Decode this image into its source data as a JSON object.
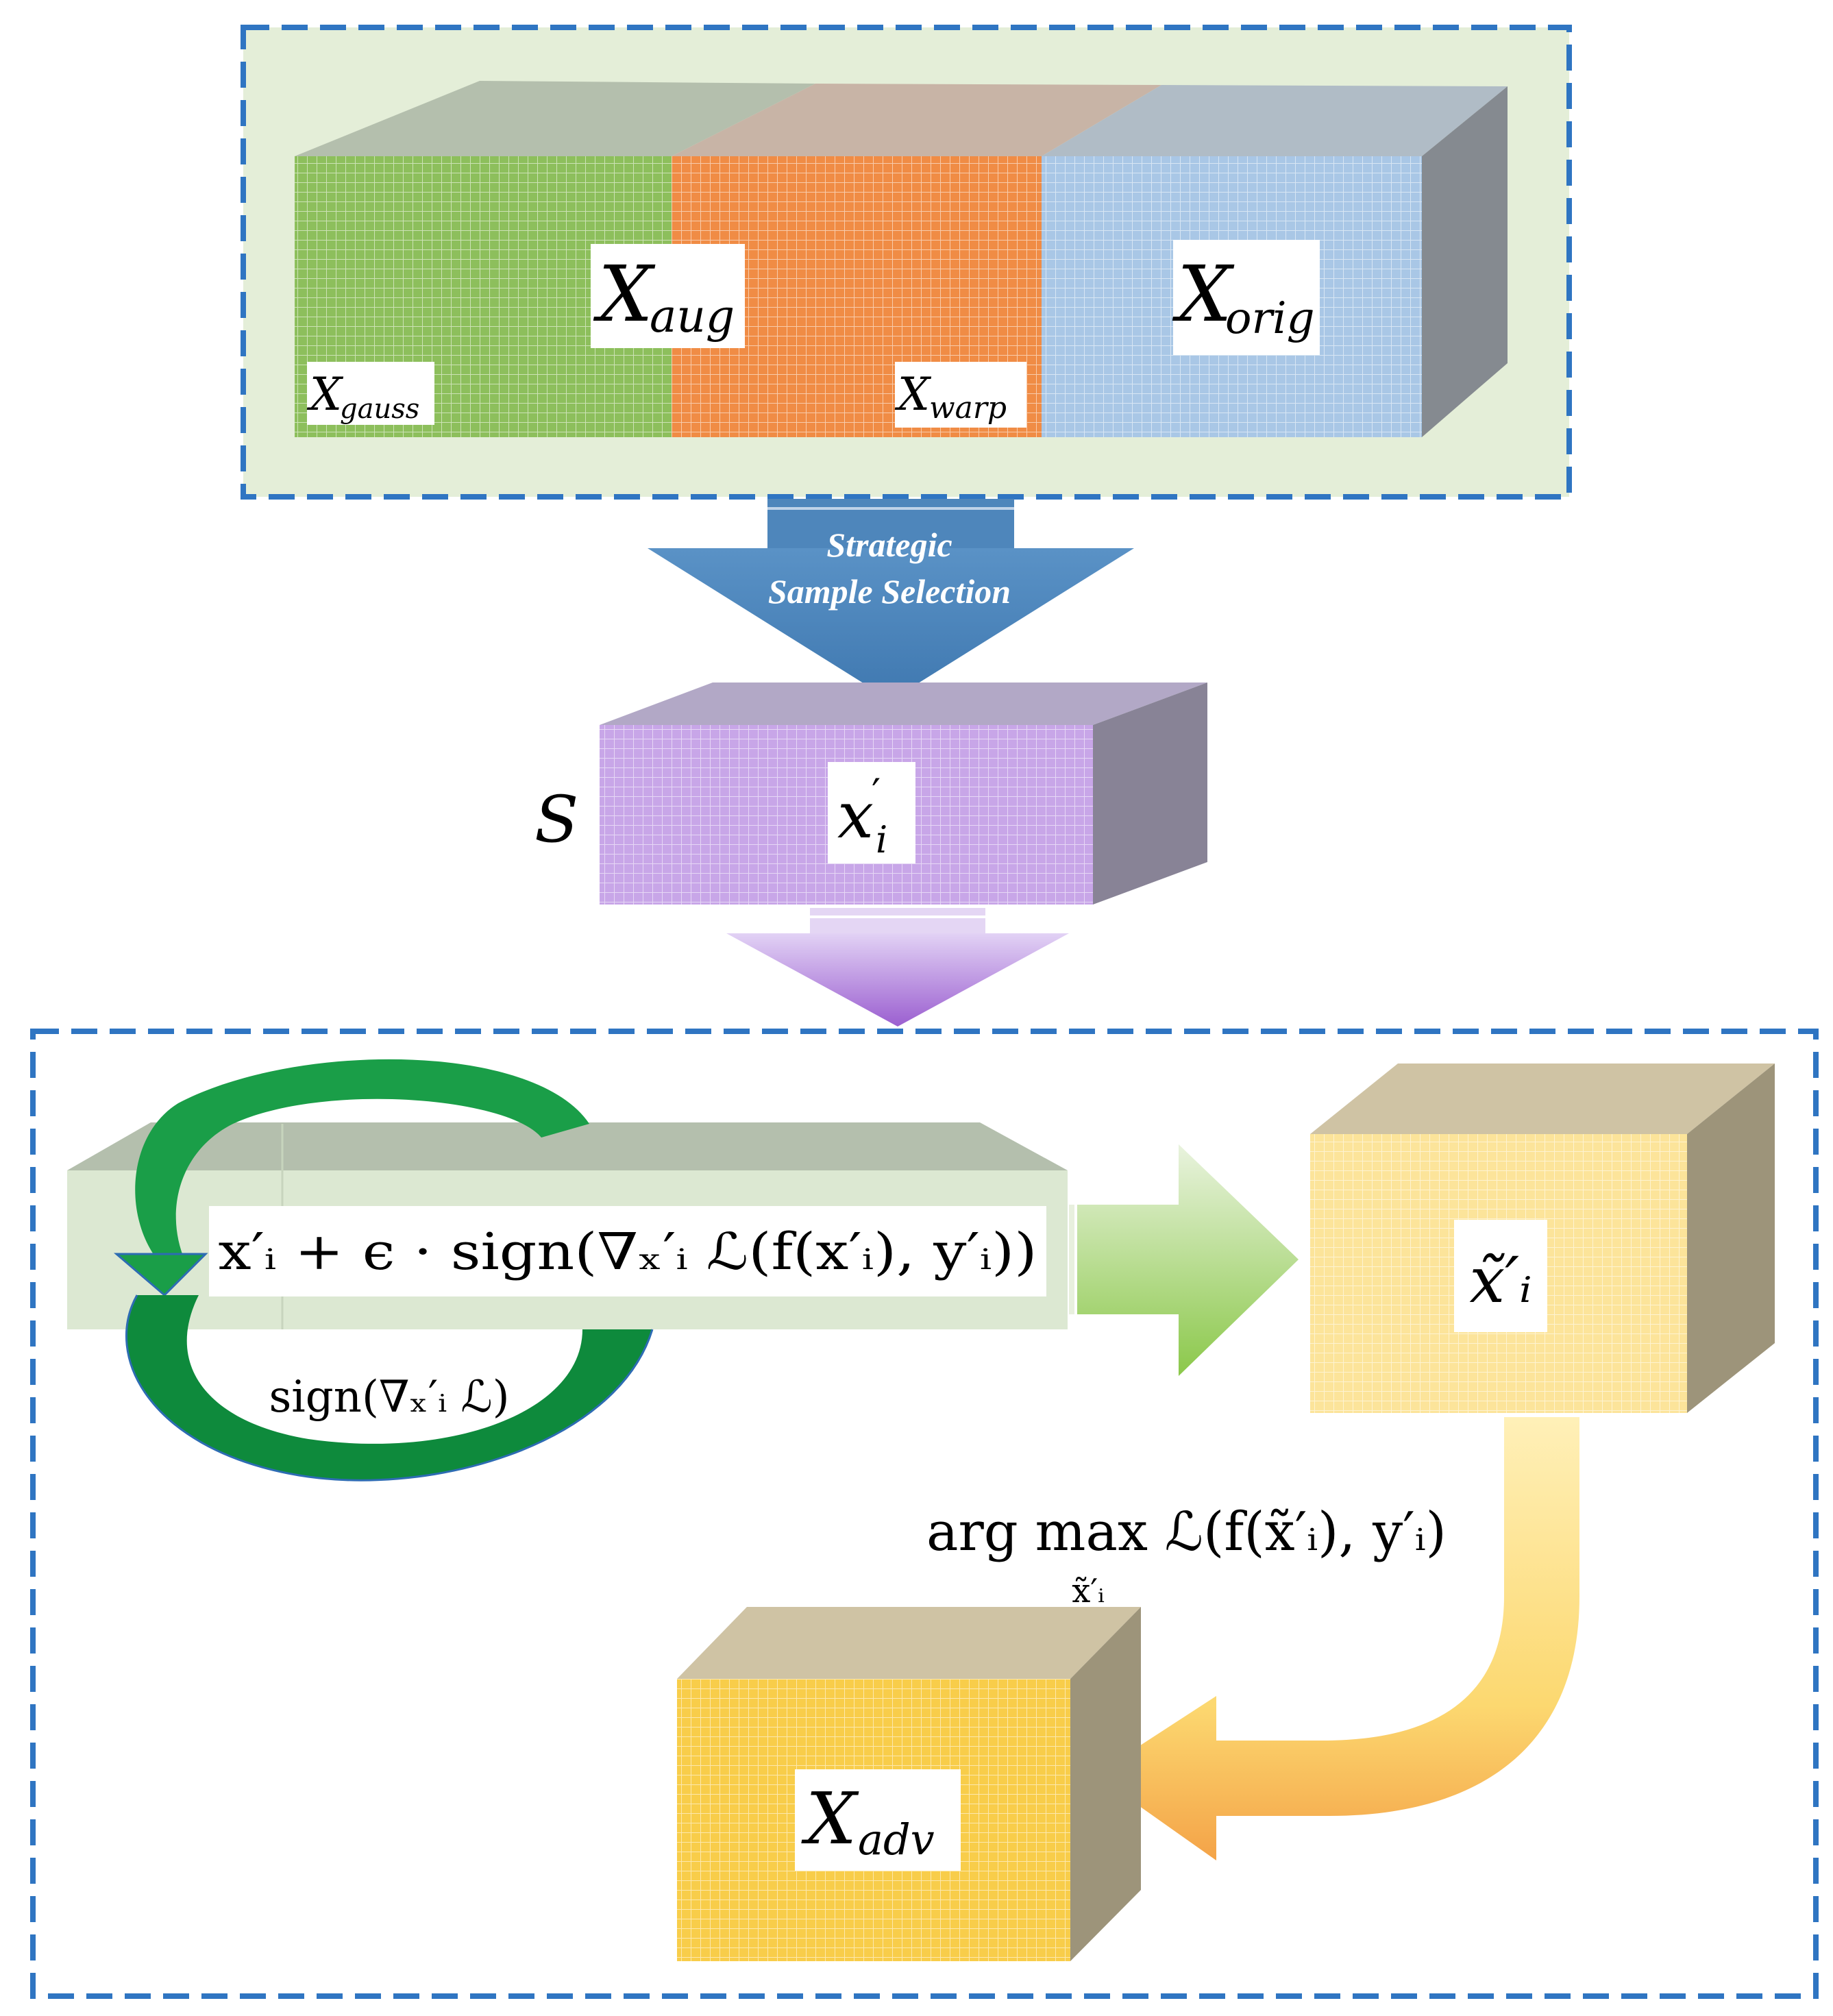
{
  "top_panel": {
    "x_aug": {
      "base": "X",
      "sub": "aug"
    },
    "x_orig": {
      "base": "X",
      "sub": "orig"
    },
    "x_gauss": {
      "base": "X",
      "sub": "gauss"
    },
    "x_warp": {
      "base": "X",
      "sub": "warp"
    }
  },
  "selection_arrow": {
    "line1": "Strategic",
    "line2": "Sample Selection"
  },
  "sample_block": {
    "set_label": "S",
    "element": {
      "base": "x",
      "sup": "′",
      "sub": "i"
    }
  },
  "attack_panel": {
    "update_formula": "x′ᵢ + ϵ · sign(∇ₓ′ᵢ ℒ(f(x′ᵢ), y′ᵢ))",
    "sign_label": "sign(∇ₓ′ᵢ ℒ)",
    "perturbed": "x̃′ᵢ",
    "argmax_text": "arg max ℒ(f(x̃′ᵢ), y′ᵢ)",
    "argmax_under": "x̃′ᵢ",
    "x_adv": {
      "base": "X",
      "sub": "adv"
    }
  },
  "colors": {
    "dashed_border": "#2F75C2",
    "top_panel_bg": "#E4EED8",
    "green_block": "#8DBF5C",
    "orange_block": "#F08C45",
    "blue_block": "#A9C7E6",
    "purple_block": "#C8A6E8",
    "yellow_block": "#FCE49A",
    "gold_block": "#F8CD4A",
    "selection_arrow": "#4E86BB",
    "loop_arrow": "#1A9E48"
  }
}
